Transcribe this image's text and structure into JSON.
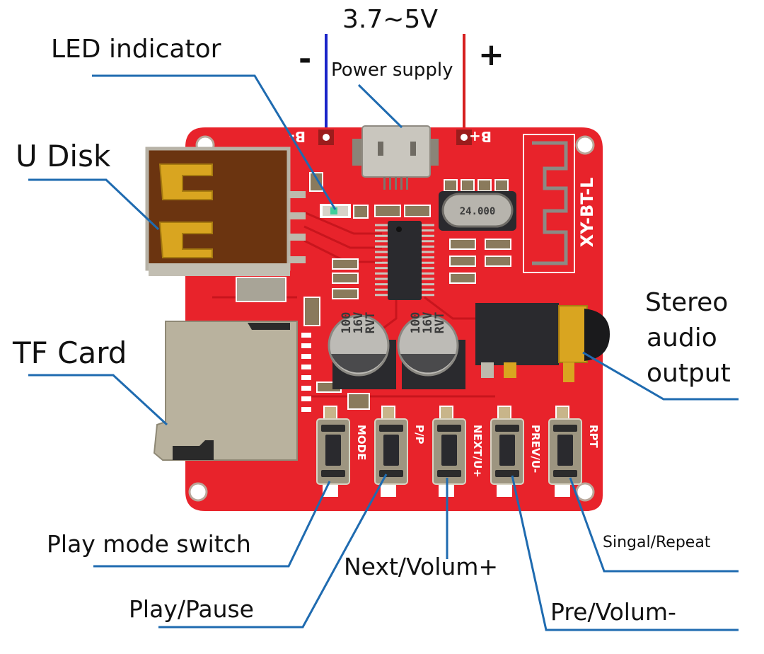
{
  "title": "XY-BT-L Bluetooth audio decoder module — annotated",
  "colors": {
    "pcb": "#e8232b",
    "pcb_dark": "#c8151d",
    "leader_line": "#1f6bb0",
    "negative_wire": "#1a24c8",
    "positive_wire": "#d61f1f",
    "metal": "#bdb9ac",
    "usb_brown": "#6b3410",
    "gold": "#d9a520",
    "chip_black": "#2a2a2e"
  },
  "power": {
    "voltage_range": "3.7~5V",
    "negative_sign": "-",
    "positive_sign": "+",
    "label": "Power supply"
  },
  "callouts": {
    "led": "LED indicator",
    "u_disk": "U Disk",
    "tf_card": "TF Card",
    "stereo_line1": "Stereo",
    "stereo_line2": "audio",
    "stereo_line3": "output",
    "play_mode": "Play mode switch",
    "play_pause": "Play/Pause",
    "next_volume": "Next/Volum+",
    "prev_volume": "Pre/Volum-",
    "single_repeat": "Singal/Repeat"
  },
  "board": {
    "model_silkscreen": "XY-BT-L",
    "b_minus": "B-",
    "b_plus": "B+",
    "crystal_marking": "24.000",
    "capacitor_markings": [
      "100",
      "16V",
      "RVT"
    ],
    "buttons": [
      {
        "silkscreen": "MODE"
      },
      {
        "silkscreen": "P/P"
      },
      {
        "silkscreen": "NEXT/U+"
      },
      {
        "silkscreen": "PREV/U-"
      },
      {
        "silkscreen": "RPT"
      }
    ]
  }
}
